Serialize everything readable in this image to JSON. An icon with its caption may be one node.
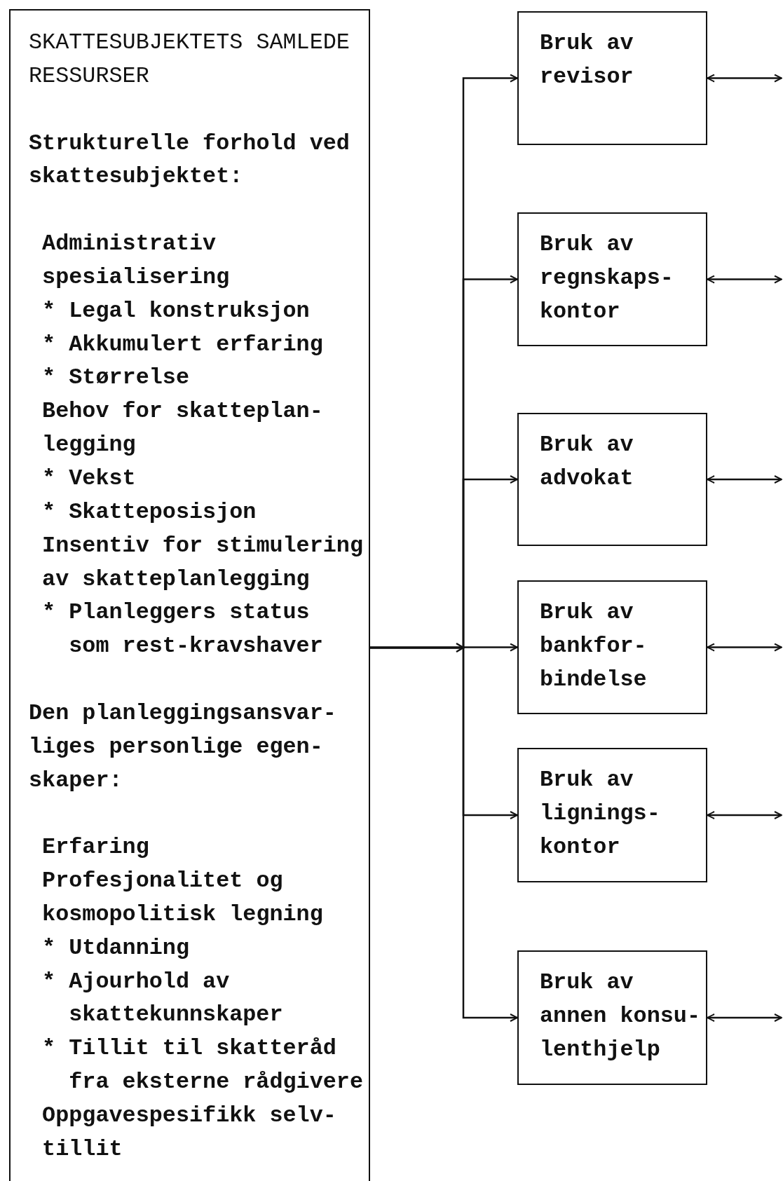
{
  "diagram": {
    "nodes": [
      {
        "text": [
          "SKATTESUBJEKTETS SAMLEDE RESSURSER",
          "Strukturelle forhold ved skattesubjektet:",
          "Administrativ spesialisering",
          "* Legal konstruksjon",
          "* Akkumulert erfaring",
          "* Størrelse",
          "Behov for skatteplan- legging",
          "* Vekst",
          "* Skatteposisjon",
          "Insentiv for stimulering av skatteplanlegging",
          "* Planleggers status som rest-kravshaver",
          "Den planleggingsansvar- liges personlige egen- skaper:",
          "Erfaring",
          "Profesjonalitet og kosmopolitisk legning",
          "* Utdanning",
          "* Ajourhold av skattekunnskaper",
          "* Tillit til skatteråd fra eksterne rådgivere",
          "Oppgavespesifikk selv- tillit"
        ]
      },
      {
        "text": [
          "Bruk av revisor"
        ]
      },
      {
        "text": [
          "Bruk av regnskaps- kontor"
        ]
      },
      {
        "text": [
          "Bruk av advokat"
        ]
      },
      {
        "text": [
          "Bruk av bankfor- bindelse"
        ]
      },
      {
        "text": [
          "Bruk av lignings- kontor"
        ]
      },
      {
        "text": [
          "Bruk av annen konsu- lenthjelp"
        ]
      }
    ],
    "edges": [
      {
        "from": 0,
        "to": 1,
        "arrow": "to"
      },
      {
        "from": 0,
        "to": 2,
        "arrow": "to"
      },
      {
        "from": 0,
        "to": 3,
        "arrow": "to"
      },
      {
        "from": 0,
        "to": 4,
        "arrow": "to"
      },
      {
        "from": 0,
        "to": 5,
        "arrow": "to"
      },
      {
        "from": 0,
        "to": 6,
        "arrow": "to"
      },
      {
        "from": 1,
        "to": null,
        "arrow": "both"
      },
      {
        "from": 2,
        "to": null,
        "arrow": "both"
      },
      {
        "from": 3,
        "to": null,
        "arrow": "both"
      },
      {
        "from": 4,
        "to": null,
        "arrow": "both"
      },
      {
        "from": 5,
        "to": null,
        "arrow": "both"
      },
      {
        "from": 6,
        "to": null,
        "arrow": "both"
      }
    ]
  }
}
